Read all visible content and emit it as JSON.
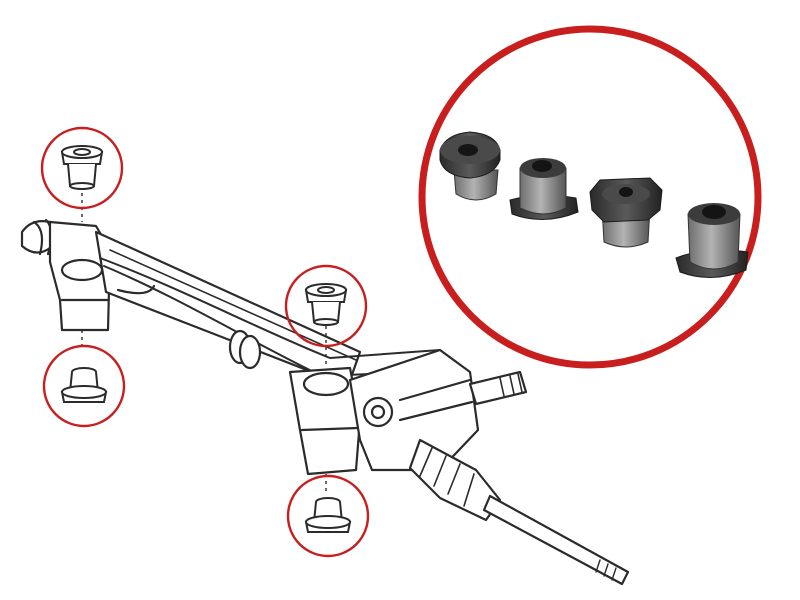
{
  "diagram": {
    "subject": "steering-rack-mounting-bushings",
    "highlight_color": "#c81e1e",
    "line_color": "#2b2b2b",
    "bushing_dark": "#3a3a3a",
    "bushing_light": "#8c8c8c",
    "photo_bushings": [
      {
        "name": "photo-bushing-1",
        "style": "flanged-round"
      },
      {
        "name": "photo-bushing-2",
        "style": "round-collar"
      },
      {
        "name": "photo-bushing-3",
        "style": "hex-flange"
      },
      {
        "name": "photo-bushing-4",
        "style": "round-collar"
      }
    ],
    "callouts": [
      {
        "name": "callout-top-left",
        "style": "cap"
      },
      {
        "name": "callout-bottom-left",
        "style": "base"
      },
      {
        "name": "callout-top-center",
        "style": "cap"
      },
      {
        "name": "callout-bottom-center",
        "style": "base"
      }
    ]
  }
}
